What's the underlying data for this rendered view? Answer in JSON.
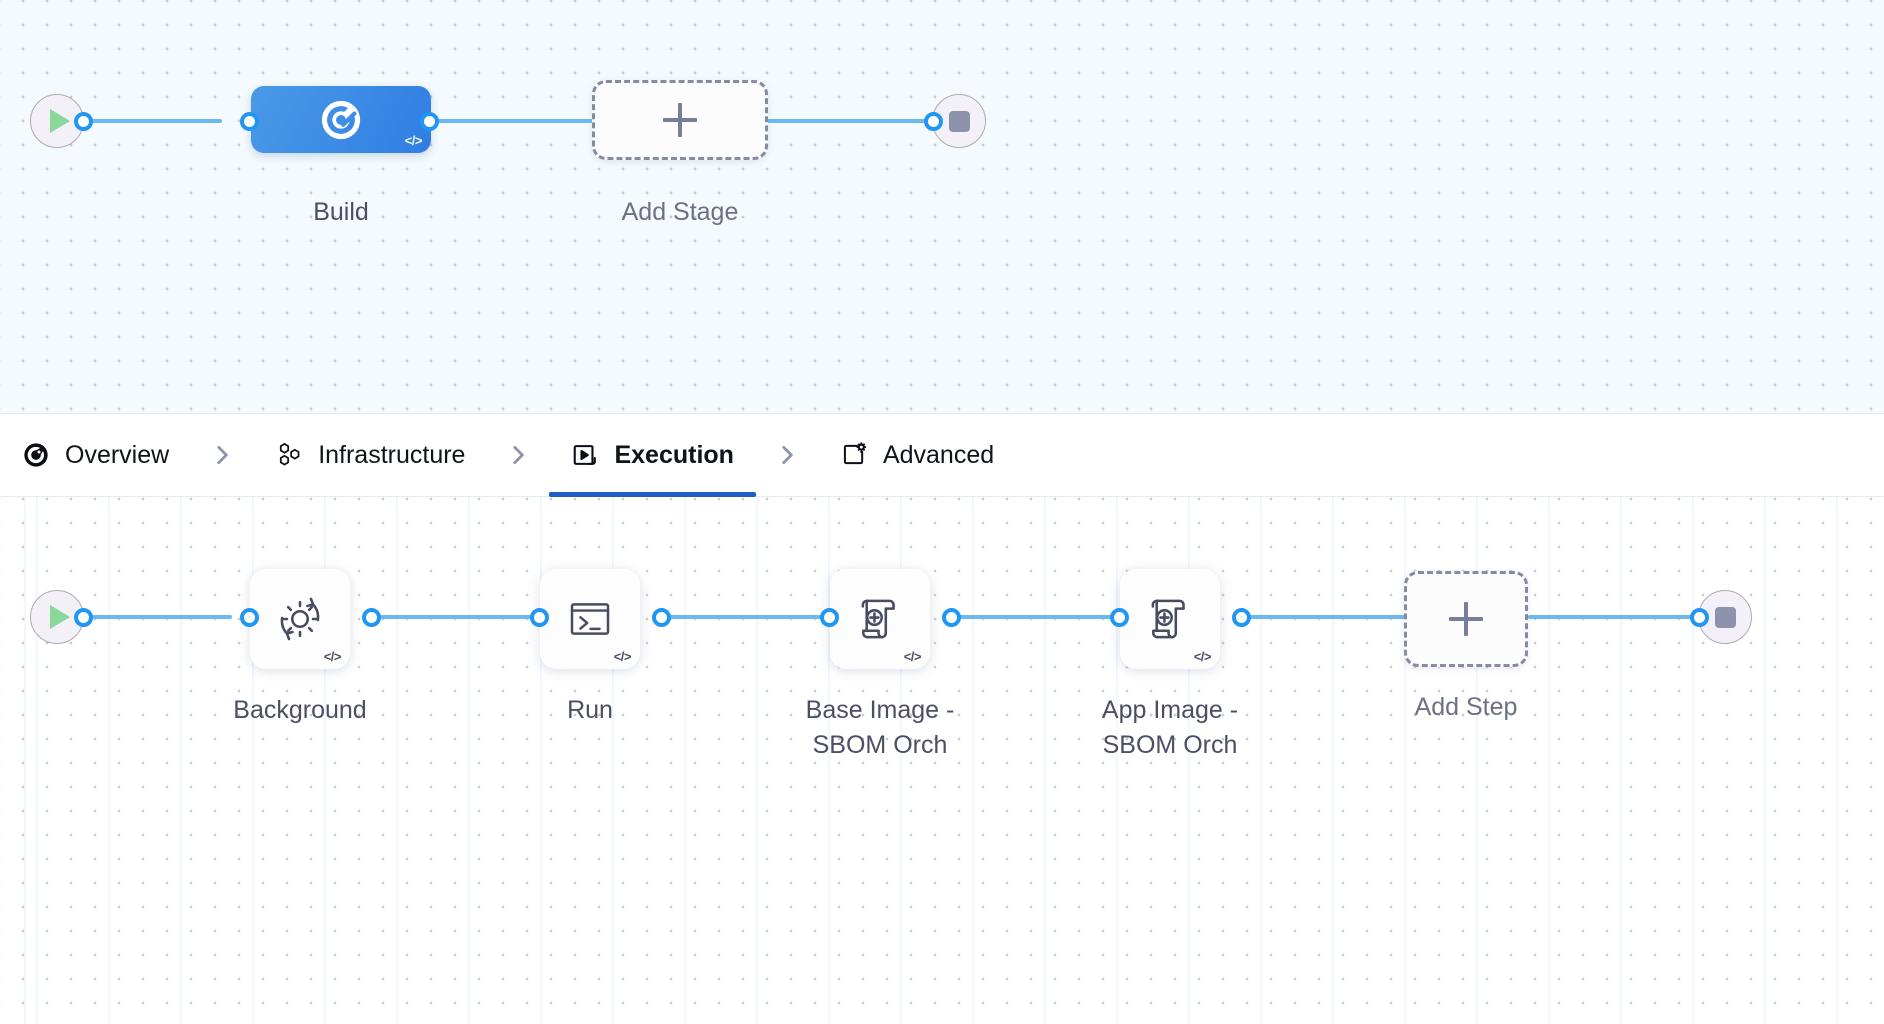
{
  "pipeline": {
    "stage_row": {
      "start_node": {
        "name": "start",
        "icon": "play-icon"
      },
      "end_node": {
        "name": "end",
        "icon": "stop-icon"
      },
      "stages": [
        {
          "label": "Build",
          "icon": "build-stage-icon",
          "badge": "</>",
          "selected": true
        },
        {
          "label": "Add Stage",
          "icon": "plus-icon",
          "placeholder": true
        }
      ]
    },
    "step_row": {
      "start_node": {
        "name": "start",
        "icon": "play-icon"
      },
      "end_node": {
        "name": "end",
        "icon": "stop-icon"
      },
      "steps": [
        {
          "label": "Background",
          "icon": "gear-refresh-icon",
          "badge": "</>"
        },
        {
          "label": "Run",
          "icon": "terminal-icon",
          "badge": "</>"
        },
        {
          "label": "Base Image -\nSBOM Orch",
          "icon": "scroll-plus-icon",
          "badge": "</>"
        },
        {
          "label": "App Image -\nSBOM Orch",
          "icon": "scroll-plus-icon",
          "badge": "</>"
        },
        {
          "label": "Add Step",
          "icon": "plus-icon",
          "placeholder": true
        }
      ]
    }
  },
  "tabs": [
    {
      "label": "Overview",
      "icon": "overview-pie-icon",
      "active": false
    },
    {
      "label": "Infrastructure",
      "icon": "hexagon-cluster-icon",
      "active": false
    },
    {
      "label": "Execution",
      "icon": "execution-play-icon",
      "active": true
    },
    {
      "label": "Advanced",
      "icon": "advanced-gear-icon",
      "active": false
    }
  ],
  "tab_separator": "chevron-right-icon",
  "colors": {
    "accent": "#2196f3",
    "wire": "#6cb9f0",
    "stage_node": "#3f8ee6",
    "active_tab_underline": "#1c5fc4",
    "placeholder_border": "#858aa5",
    "label_text": "#4a4f63"
  }
}
